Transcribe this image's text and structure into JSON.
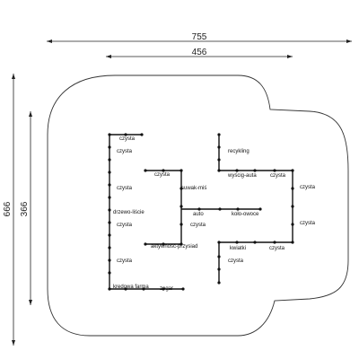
{
  "dimensions": {
    "overall_width": "755",
    "inner_width": "456",
    "overall_height": "666",
    "inner_height": "366"
  },
  "panel_labels": [
    "czysta",
    "czysta",
    "czysta",
    "drzewo-liście",
    "czysta",
    "czysta",
    "kredowa farma",
    "zegar",
    "czysta",
    "suwak-miś",
    "auto",
    "czysta",
    "aktywność-przysiad",
    "koło-owoce",
    "recykling",
    "wyścig-auta",
    "czysta",
    "czysta",
    "czysta",
    "kwiatki",
    "czysta",
    "czysta"
  ]
}
